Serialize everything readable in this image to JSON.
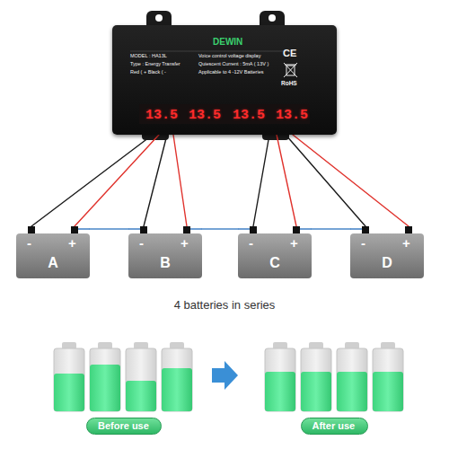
{
  "diagram": {
    "caption": "4 batteries in series",
    "nodes": [
      {
        "text": [
          "DEWIN",
          "MODEL : HA13L",
          "Type : Energy Transfer",
          "Red ( + Black ( -",
          "Voice control voltage display",
          "Quiescent Current : 5mA ( 13V )",
          "Applicable to 4 -12V Batteries",
          "CE",
          "RoHS"
        ]
      },
      {
        "text": [
          "-",
          "+",
          "A"
        ]
      },
      {
        "text": [
          "-",
          "+",
          "B"
        ]
      },
      {
        "text": [
          "-",
          "+",
          "C"
        ]
      },
      {
        "text": [
          "-",
          "+",
          "D"
        ]
      },
      {
        "text": [
          "Before use"
        ]
      },
      {
        "text": [
          "After use"
        ]
      }
    ],
    "edges": [
      {
        "from": 0,
        "to": 1,
        "arrow": "none"
      },
      {
        "from": 0,
        "to": 1,
        "arrow": "none"
      },
      {
        "from": 0,
        "to": 2,
        "arrow": "none"
      },
      {
        "from": 0,
        "to": 2,
        "arrow": "none"
      },
      {
        "from": 0,
        "to": 3,
        "arrow": "none"
      },
      {
        "from": 0,
        "to": 3,
        "arrow": "none"
      },
      {
        "from": 0,
        "to": 4,
        "arrow": "none"
      },
      {
        "from": 0,
        "to": 4,
        "arrow": "none"
      },
      {
        "from": 1,
        "to": 2,
        "arrow": "none"
      },
      {
        "from": 2,
        "to": 3,
        "arrow": "none"
      },
      {
        "from": 3,
        "to": 4,
        "arrow": "none"
      }
    ],
    "labels": [
      "13.5",
      "13.5",
      "13.5",
      "13.5"
    ]
  }
}
